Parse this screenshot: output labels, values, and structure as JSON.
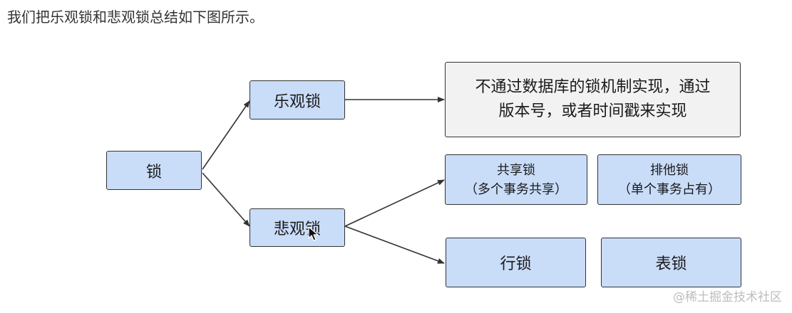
{
  "intro_text": "我们把乐观锁和悲观锁总结如下图所示。",
  "nodes": {
    "lock": "锁",
    "optimistic": "乐观锁",
    "pessimistic": "悲观锁",
    "optimistic_note": {
      "line1": "不通过数据库的锁机制实现，通过",
      "line2": "版本号，或者时间戳来实现"
    },
    "shared": {
      "title": "共享锁",
      "desc": "（多个事务共享）"
    },
    "exclusive": {
      "title": "排他锁",
      "desc": "（单个事务占有）"
    },
    "row": "行锁",
    "table": "表锁"
  },
  "watermark": "@稀土掘金技术社区",
  "colors": {
    "node_fill": "#c9dcf8",
    "note_fill": "#f2f2f2",
    "border": "#333333"
  }
}
